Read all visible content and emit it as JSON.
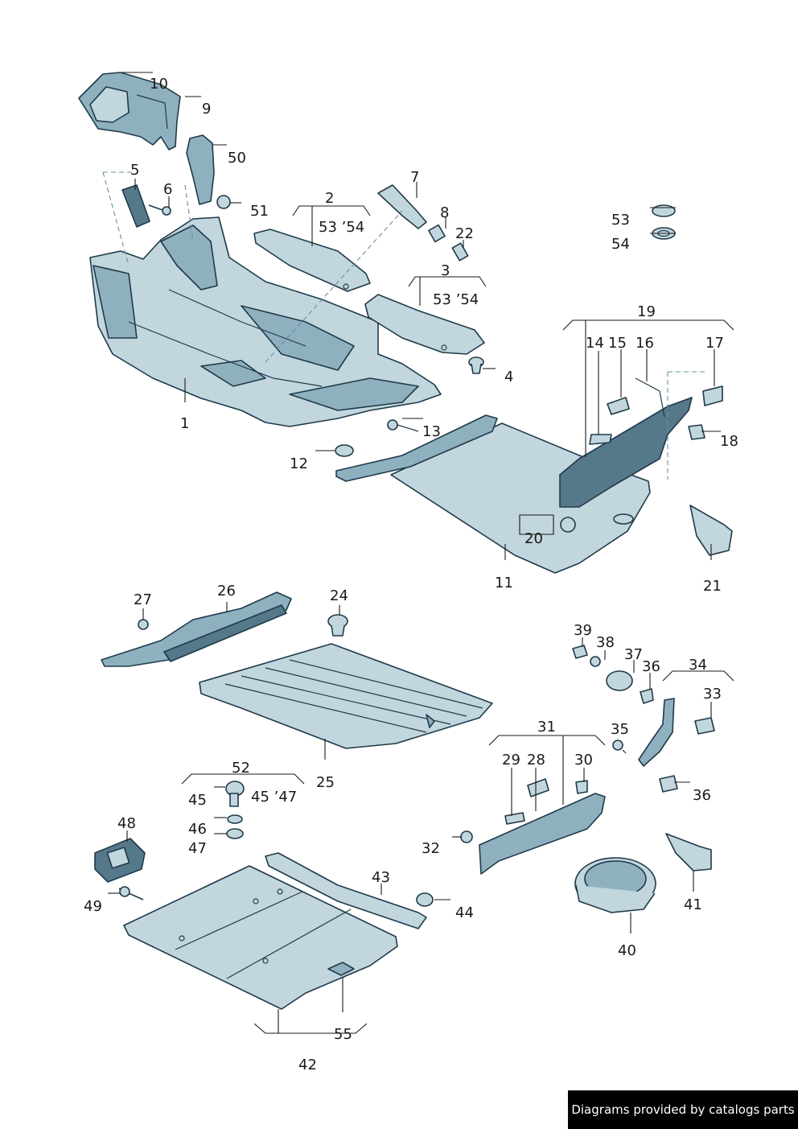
{
  "callouts": [
    {
      "id": "c1",
      "text": "1"
    },
    {
      "id": "c2",
      "text": "2"
    },
    {
      "id": "c2q",
      "text": "53 ’54"
    },
    {
      "id": "c3",
      "text": "3"
    },
    {
      "id": "c3q",
      "text": "53 ’54"
    },
    {
      "id": "c4",
      "text": "4"
    },
    {
      "id": "c5",
      "text": "5"
    },
    {
      "id": "c6",
      "text": "6"
    },
    {
      "id": "c7",
      "text": "7"
    },
    {
      "id": "c8",
      "text": "8"
    },
    {
      "id": "c9",
      "text": "9"
    },
    {
      "id": "c10",
      "text": "10"
    },
    {
      "id": "c11",
      "text": "11"
    },
    {
      "id": "c12",
      "text": "12"
    },
    {
      "id": "c13",
      "text": "13"
    },
    {
      "id": "c14",
      "text": "14"
    },
    {
      "id": "c15",
      "text": "15"
    },
    {
      "id": "c16",
      "text": "16"
    },
    {
      "id": "c17",
      "text": "17"
    },
    {
      "id": "c18",
      "text": "18"
    },
    {
      "id": "c19",
      "text": "19"
    },
    {
      "id": "c20",
      "text": "20"
    },
    {
      "id": "c21",
      "text": "21"
    },
    {
      "id": "c22",
      "text": "22"
    },
    {
      "id": "c24",
      "text": "24"
    },
    {
      "id": "c25",
      "text": "25"
    },
    {
      "id": "c26",
      "text": "26"
    },
    {
      "id": "c27",
      "text": "27"
    },
    {
      "id": "c28",
      "text": "28"
    },
    {
      "id": "c29",
      "text": "29"
    },
    {
      "id": "c30",
      "text": "30"
    },
    {
      "id": "c31",
      "text": "31"
    },
    {
      "id": "c32",
      "text": "32"
    },
    {
      "id": "c33",
      "text": "33"
    },
    {
      "id": "c34",
      "text": "34"
    },
    {
      "id": "c35",
      "text": "35"
    },
    {
      "id": "c36a",
      "text": "36"
    },
    {
      "id": "c36b",
      "text": "36"
    },
    {
      "id": "c37",
      "text": "37"
    },
    {
      "id": "c38",
      "text": "38"
    },
    {
      "id": "c39",
      "text": "39"
    },
    {
      "id": "c40",
      "text": "40"
    },
    {
      "id": "c41",
      "text": "41"
    },
    {
      "id": "c42",
      "text": "42"
    },
    {
      "id": "c43",
      "text": "43"
    },
    {
      "id": "c44",
      "text": "44"
    },
    {
      "id": "c45",
      "text": "45"
    },
    {
      "id": "c45q",
      "text": "45 ’47"
    },
    {
      "id": "c46",
      "text": "46"
    },
    {
      "id": "c47",
      "text": "47"
    },
    {
      "id": "c48",
      "text": "48"
    },
    {
      "id": "c49",
      "text": "49"
    },
    {
      "id": "c50",
      "text": "50"
    },
    {
      "id": "c51",
      "text": "51"
    },
    {
      "id": "c52",
      "text": "52"
    },
    {
      "id": "c53",
      "text": "53"
    },
    {
      "id": "c54",
      "text": "54"
    },
    {
      "id": "c55",
      "text": "55"
    }
  ],
  "credit": "Diagrams provided by catalogs parts",
  "colors": {
    "part_fill": "#c2d6de",
    "part_outline": "#1f3a4a",
    "credit_bg": "#000000",
    "credit_text": "#ffffff"
  }
}
